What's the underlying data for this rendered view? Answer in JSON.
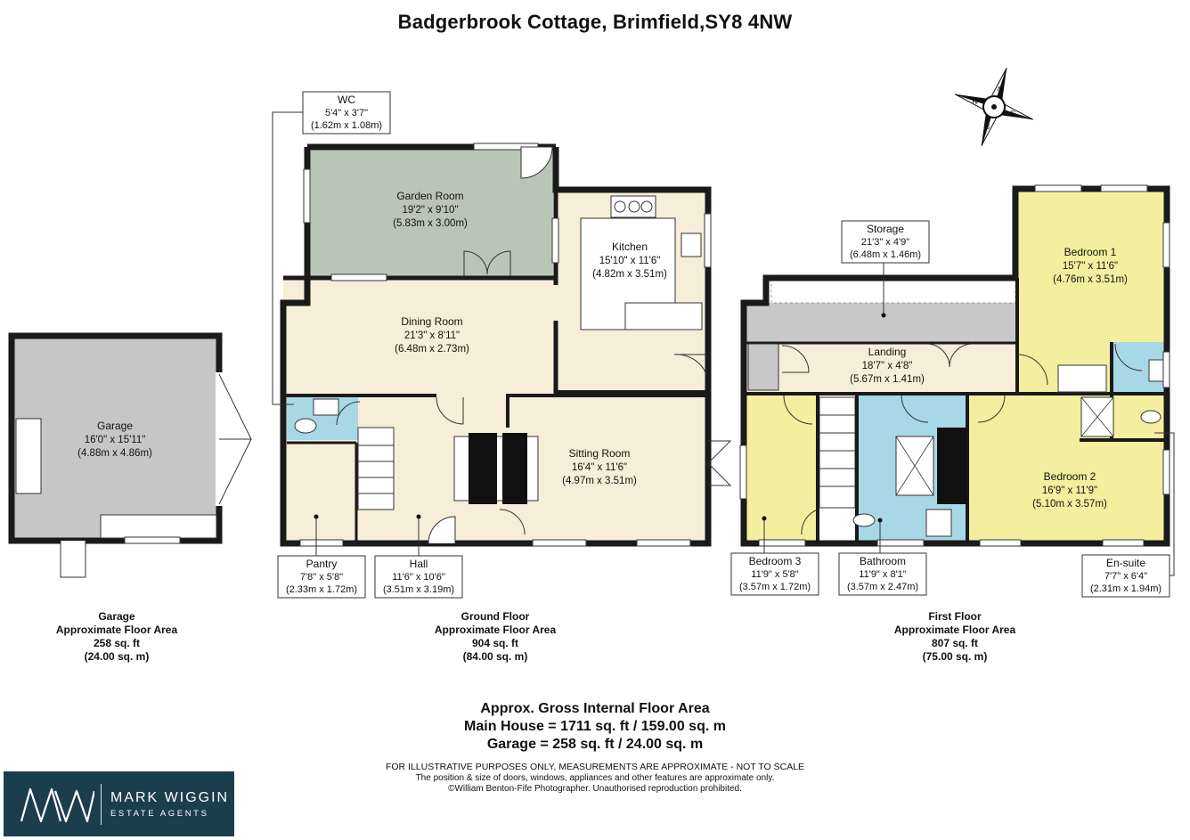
{
  "title": "Badgerbrook Cottage, Brimfield,SY8 4NW",
  "compass": {
    "n": "N",
    "e": "E",
    "s": "S",
    "w": "W"
  },
  "rooms": {
    "garage": {
      "name": "Garage",
      "dim_imperial": "16'0\" x 15'11\"",
      "dim_metric": "(4.88m x 4.86m)"
    },
    "garden_room": {
      "name": "Garden Room",
      "dim_imperial": "19'2\" x 9'10\"",
      "dim_metric": "(5.83m x 3.00m)"
    },
    "kitchen": {
      "name": "Kitchen",
      "dim_imperial": "15'10\" x 11'6\"",
      "dim_metric": "(4.82m x 3.51m)"
    },
    "dining_room": {
      "name": "Dining Room",
      "dim_imperial": "21'3\" x 8'11\"",
      "dim_metric": "(6.48m x 2.73m)"
    },
    "sitting_room": {
      "name": "Sitting Room",
      "dim_imperial": "16'4\" x 11'6\"",
      "dim_metric": "(4.97m x 3.51m)"
    },
    "wc": {
      "name": "WC",
      "dim_imperial": "5'4\" x 3'7\"",
      "dim_metric": "(1.62m x 1.08m)"
    },
    "pantry": {
      "name": "Pantry",
      "dim_imperial": "7'8\" x 5'8\"",
      "dim_metric": "(2.33m x 1.72m)"
    },
    "hall": {
      "name": "Hall",
      "dim_imperial": "11'6\" x 10'6\"",
      "dim_metric": "(3.51m x 3.19m)"
    },
    "storage": {
      "name": "Storage",
      "dim_imperial": "21'3\" x 4'9\"",
      "dim_metric": "(6.48m x 1.46m)"
    },
    "landing": {
      "name": "Landing",
      "dim_imperial": "18'7\" x 4'8\"",
      "dim_metric": "(5.67m x 1.41m)"
    },
    "bedroom1": {
      "name": "Bedroom 1",
      "dim_imperial": "15'7\" x 11'6\"",
      "dim_metric": "(4.76m x 3.51m)"
    },
    "bedroom2": {
      "name": "Bedroom 2",
      "dim_imperial": "16'9\" x 11'9\"",
      "dim_metric": "(5.10m x 3.57m)"
    },
    "bedroom3": {
      "name": "Bedroom 3",
      "dim_imperial": "11'9\" x 5'8\"",
      "dim_metric": "(3.57m x 1.72m)"
    },
    "bathroom": {
      "name": "Bathroom",
      "dim_imperial": "11'9\" x 8'1\"",
      "dim_metric": "(3.57m x 2.47m)"
    },
    "ensuite": {
      "name": "En-suite",
      "dim_imperial": "7'7\" x 6'4\"",
      "dim_metric": "(2.31m x 1.94m)"
    }
  },
  "floors": {
    "garage": {
      "name": "Garage",
      "label": "Approximate Floor Area",
      "sqft": "258 sq. ft",
      "sqm": "(24.00 sq. m)"
    },
    "ground": {
      "name": "Ground Floor",
      "label": "Approximate Floor Area",
      "sqft": "904 sq. ft",
      "sqm": "(84.00 sq. m)"
    },
    "first": {
      "name": "First Floor",
      "label": "Approximate Floor Area",
      "sqft": "807 sq. ft",
      "sqm": "(75.00 sq. m)"
    }
  },
  "gross": {
    "heading": "Approx. Gross Internal Floor Area",
    "main_house": "Main House = 1711 sq. ft / 159.00 sq. m",
    "garage": "Garage = 258 sq. ft / 24.00 sq. m"
  },
  "disclaimer": {
    "line1": "FOR ILLUSTRATIVE PURPOSES ONLY, MEASUREMENTS ARE APPROXIMATE - NOT TO SCALE",
    "line2": "The position & size of doors, windows, appliances and other features are approximate only.",
    "line3": "©William Benton-Fife Photographer. Unauthorised reproduction prohibited."
  },
  "logo": {
    "brand": "MARK WIGGIN",
    "sub": "ESTATE AGENTS"
  },
  "colors": {
    "wall": "#1a1a1a",
    "garage_fill": "#c6c6c6",
    "garden_room_fill": "#b9c6b6",
    "cream_fill": "#f6eed8",
    "yellow_fill": "#f4ef9f",
    "blue_fill": "#a8d8e6",
    "storage_fill": "#c8c8c8",
    "logo_bg": "#1b3e4c"
  }
}
